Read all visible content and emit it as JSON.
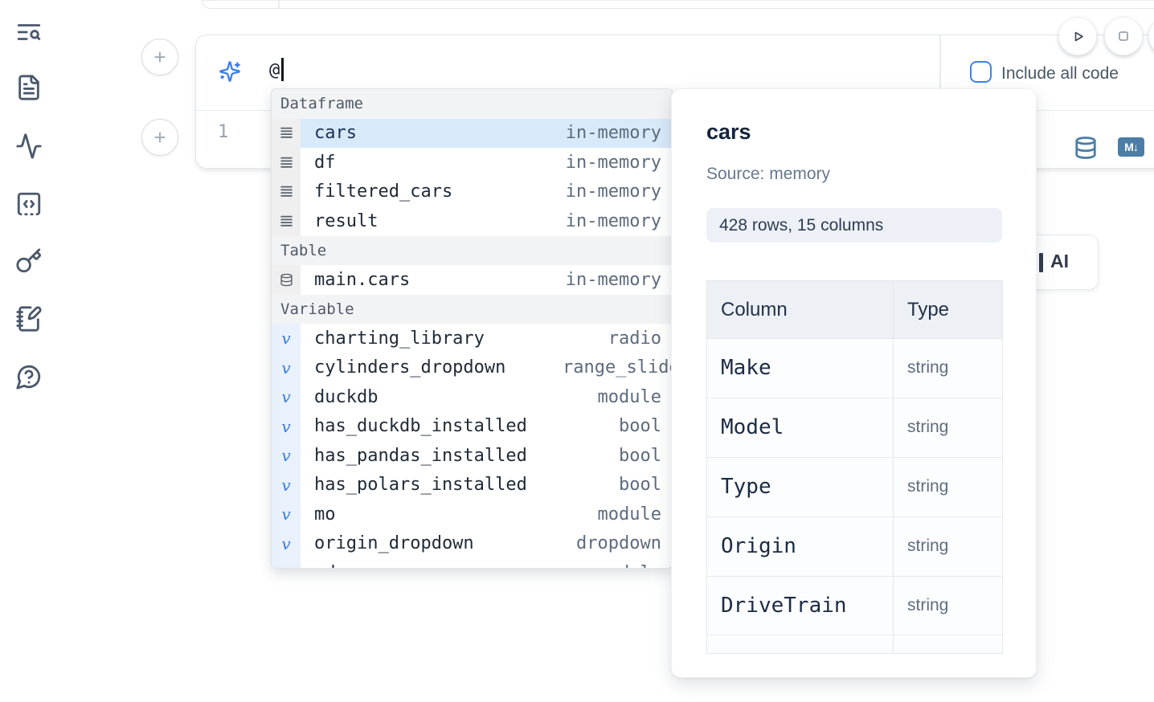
{
  "app": {
    "name": "marimo notebook"
  },
  "colors": {
    "accent_blue": "#3e82f0",
    "selection_blue": "#d8e9fa",
    "steel_blue": "#4b7da6",
    "sidebar_icon": "#4b586c",
    "badge_bg": "#edf1f7",
    "table_header_bg": "#edf1f6"
  },
  "sidebar": {
    "items": [
      {
        "icon": "text-search-icon"
      },
      {
        "icon": "file-text-icon"
      },
      {
        "icon": "activity-icon"
      },
      {
        "icon": "code-square-icon"
      },
      {
        "icon": "key-icon"
      },
      {
        "icon": "notebook-pen-icon"
      },
      {
        "icon": "help-chat-icon"
      }
    ]
  },
  "toolbar": {
    "run_button_icon": "play-icon",
    "stop_button_icon": "square-icon"
  },
  "cell": {
    "ai_prompt": {
      "value": "@",
      "include_all_code_label": "Include all code",
      "include_all_code_checked": false
    },
    "code": {
      "line_number": "1"
    },
    "language_toggles": {
      "markdown_label": "M↓"
    }
  },
  "autocomplete": {
    "sections": [
      {
        "label": "Dataframe",
        "icon": "rows-icon",
        "items": [
          {
            "name": "cars",
            "type": "in-memory",
            "selected": true
          },
          {
            "name": "df",
            "type": "in-memory"
          },
          {
            "name": "filtered_cars",
            "type": "in-memory"
          },
          {
            "name": "result",
            "type": "in-memory"
          }
        ]
      },
      {
        "label": "Table",
        "icon": "database-icon",
        "items": [
          {
            "name": "main.cars",
            "type": "in-memory"
          }
        ]
      },
      {
        "label": "Variable",
        "icon": "variable-icon",
        "items": [
          {
            "name": "charting_library",
            "type": "radio"
          },
          {
            "name": "cylinders_dropdown",
            "type": "range_slider",
            "type_clipped": true
          },
          {
            "name": "duckdb",
            "type": "module"
          },
          {
            "name": "has_duckdb_installed",
            "type": "bool"
          },
          {
            "name": "has_pandas_installed",
            "type": "bool"
          },
          {
            "name": "has_polars_installed",
            "type": "bool"
          },
          {
            "name": "mo",
            "type": "module"
          },
          {
            "name": "origin_dropdown",
            "type": "dropdown"
          },
          {
            "name": "pd",
            "type": "module",
            "partial": true
          }
        ]
      }
    ]
  },
  "ai_button": {
    "label": "AI"
  },
  "preview_panel": {
    "title": "cars",
    "source": "Source: memory",
    "shape_badge": "428 rows, 15 columns",
    "schema_table": {
      "headers": [
        "Column",
        "Type"
      ],
      "rows": [
        [
          "Make",
          "string"
        ],
        [
          "Model",
          "string"
        ],
        [
          "Type",
          "string"
        ],
        [
          "Origin",
          "string"
        ],
        [
          "DriveTrain",
          "string"
        ]
      ],
      "partial_row": true
    }
  }
}
